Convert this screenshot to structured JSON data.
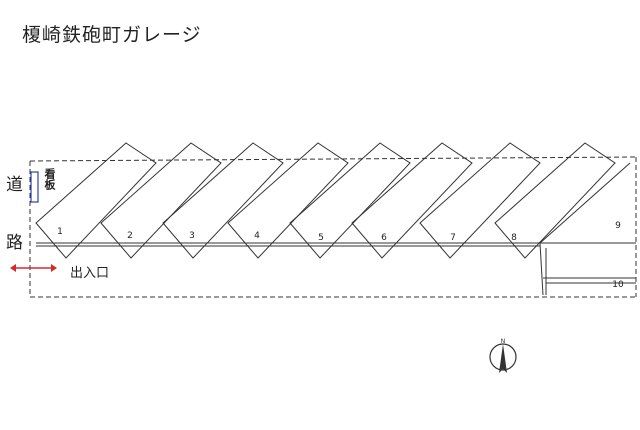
{
  "title": "榎崎鉄砲町ガレージ",
  "road": {
    "char_top": "道",
    "char_bottom": "路"
  },
  "sign": {
    "label": "看板"
  },
  "entrance": {
    "label": "出入口"
  },
  "spaces": [
    {
      "number": "1"
    },
    {
      "number": "2"
    },
    {
      "number": "3"
    },
    {
      "number": "4"
    },
    {
      "number": "5"
    },
    {
      "number": "6"
    },
    {
      "number": "7"
    },
    {
      "number": "8"
    },
    {
      "number": "9"
    },
    {
      "number": "10"
    }
  ],
  "compass": {
    "north_mark": "N"
  },
  "colors": {
    "line": "#333333",
    "sign_border": "#2a3fb0",
    "entrance_arrow": "#d62a2a"
  }
}
